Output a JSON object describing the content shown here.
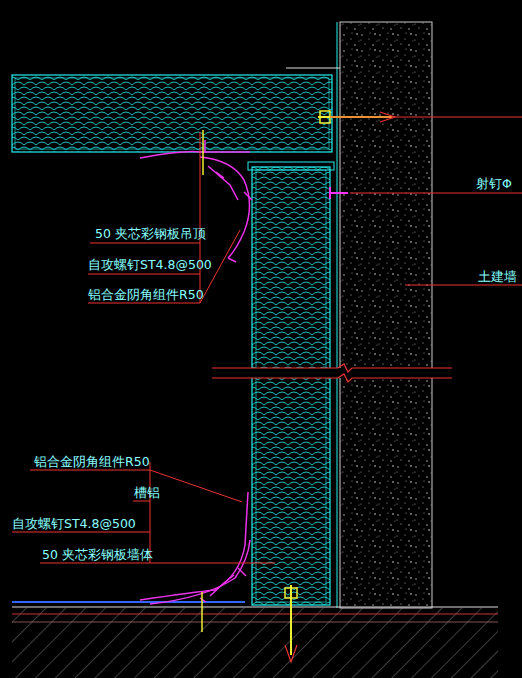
{
  "diagram": {
    "labels": [
      "射钉Φ",
      "土建墙",
      "50 夹芯彩钢板吊顶",
      "自攻螺钉ST4.8@500",
      "铝合金阴角组件R50",
      "铝合金阴角组件R50",
      "槽铝",
      "自攻螺钉ST4.8@500",
      "50 夹芯彩钢板墙体"
    ]
  }
}
